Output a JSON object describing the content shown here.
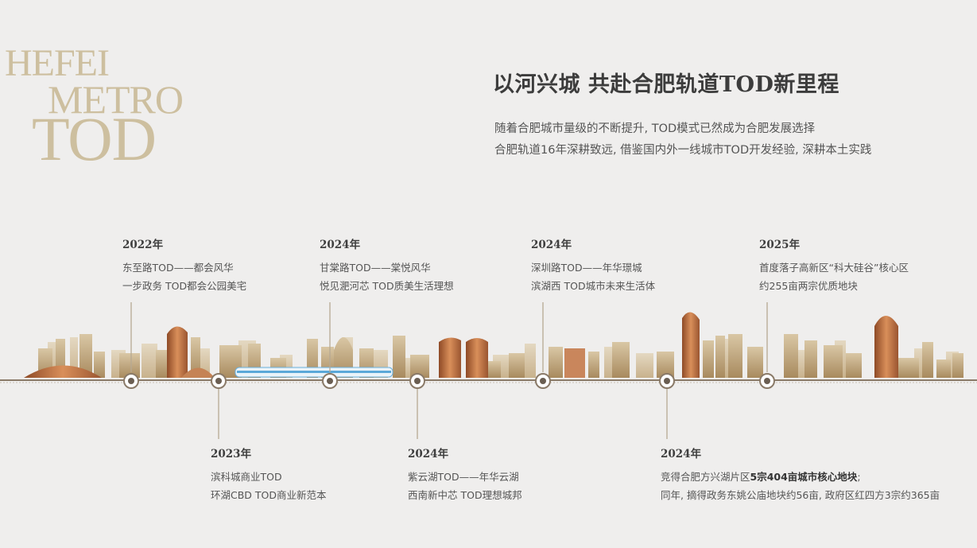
{
  "logo": {
    "line1": "HEFEI",
    "line2": "METRO",
    "line3": "TOD"
  },
  "headline": "以河兴城 共赴合肥轨道TOD新里程",
  "subtitle": {
    "line1": "随着合肥城市量级的不断提升, TOD模式已然成为合肥发展选择",
    "line2": "合肥轨道16年深耕致远, 借鉴国内外一线城市TOD开发经验, 深耕本土实践"
  },
  "timeline": {
    "top": [
      {
        "year": "2022年",
        "line1": "东至路TOD——都会风华",
        "line2": "一步政务 TOD都会公园美宅"
      },
      {
        "year": "2024年",
        "line1": "甘棠路TOD——棠悦风华",
        "line2": "悦见淝河芯 TOD质美生活理想"
      },
      {
        "year": "2024年",
        "line1": "深圳路TOD——年华璟城",
        "line2": "滨湖西 TOD城市未来生活体"
      },
      {
        "year": "2025年",
        "line1": "首度落子高新区“科大硅谷”核心区",
        "line2": "约255亩两宗优质地块"
      }
    ],
    "bottom": [
      {
        "year": "2023年",
        "line1": "滨科城商业TOD",
        "line2": "环湖CBD TOD商业新范本"
      },
      {
        "year": "2024年",
        "line1": "紫云湖TOD——年华云湖",
        "line2": "西南新中芯 TOD理想城邦"
      },
      {
        "year": "2024年",
        "line1_pre": "竞得合肥方兴湖片区",
        "line1_bold": "5宗404亩城市核心地块",
        "line1_post": ";",
        "line2": "同年, 摘得政务东姚公庙地块约56亩, 政府区红四方3宗约365亩"
      }
    ]
  },
  "colors": {
    "gold": "#c7b08a",
    "copper": "#b86a3a",
    "track": "#8a7a68",
    "train": "#5aa8d8"
  }
}
